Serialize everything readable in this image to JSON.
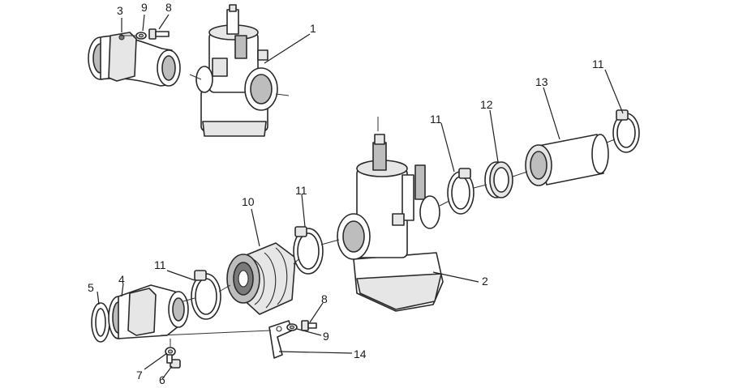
{
  "callouts": [
    {
      "id": "c1a",
      "text": "1"
    },
    {
      "id": "c2a",
      "text": "2"
    },
    {
      "id": "c3a",
      "text": "3"
    },
    {
      "id": "c4a",
      "text": "4"
    },
    {
      "id": "c5a",
      "text": "5"
    },
    {
      "id": "c6a",
      "text": "6"
    },
    {
      "id": "c7a",
      "text": "7"
    },
    {
      "id": "c8a",
      "text": "8"
    },
    {
      "id": "c8b",
      "text": "8"
    },
    {
      "id": "c9a",
      "text": "9"
    },
    {
      "id": "c9b",
      "text": "9"
    },
    {
      "id": "c10a",
      "text": "10"
    },
    {
      "id": "c11a",
      "text": "11"
    },
    {
      "id": "c11b",
      "text": "11"
    },
    {
      "id": "c11c",
      "text": "11"
    },
    {
      "id": "c11d",
      "text": "11"
    },
    {
      "id": "c12a",
      "text": "12"
    },
    {
      "id": "c13a",
      "text": "13"
    },
    {
      "id": "c14a",
      "text": "14"
    }
  ],
  "colors": {
    "line": "#2a2a2a",
    "background": "#ffffff"
  }
}
